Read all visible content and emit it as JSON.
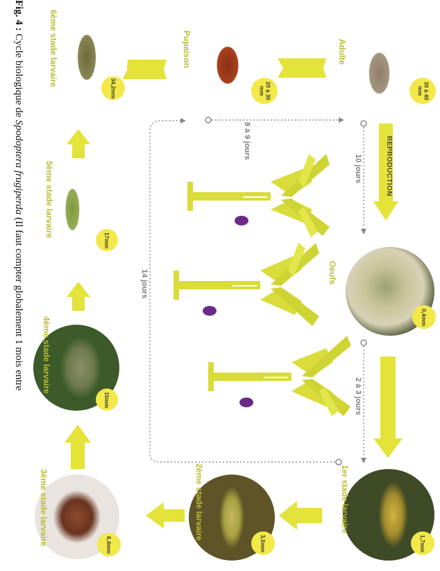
{
  "caption": {
    "fig": "Fig. 4 :",
    "text_before": " Cycle biologique de ",
    "species": "Spodoptera frugiperda",
    "text_after": " (Il faut compter globalement 1 mois entre"
  },
  "stages": {
    "adulte": {
      "label": "Adulte",
      "size": "30 à 40\nmm"
    },
    "pupaison": {
      "label": "Pupaison",
      "size": "20 à 30\nmm"
    },
    "larve6": {
      "label": "6ème stade larvaire",
      "size": "34,2mm"
    },
    "larve5": {
      "label": "5ème stade larvaire",
      "size": "17mm"
    },
    "larve4": {
      "label": "4ème stade larvaire",
      "size": "10mm"
    },
    "larve3": {
      "label": "3ème stade larvaire",
      "size": "6,4mm"
    },
    "larve2": {
      "label": "2ème stade larvaire",
      "size": "3,5mm"
    },
    "larve1": {
      "label": "1er stade larvaire",
      "size": "1,7mm"
    },
    "oeufs": {
      "label": "Oeufs",
      "size": "0,4mm"
    }
  },
  "durations": {
    "pupe": "8 à 9 jours",
    "repro": "10 jours",
    "oeufs": "2 à 3 jours",
    "larves": "14 jours"
  },
  "reproduction_label": "REPRODUCTION",
  "colors": {
    "accent": "#e4e33a",
    "label": "#b9bc33",
    "grey": "#7d7d7d",
    "plant": "#d9dc3a",
    "flower": "#6b2a8a"
  }
}
